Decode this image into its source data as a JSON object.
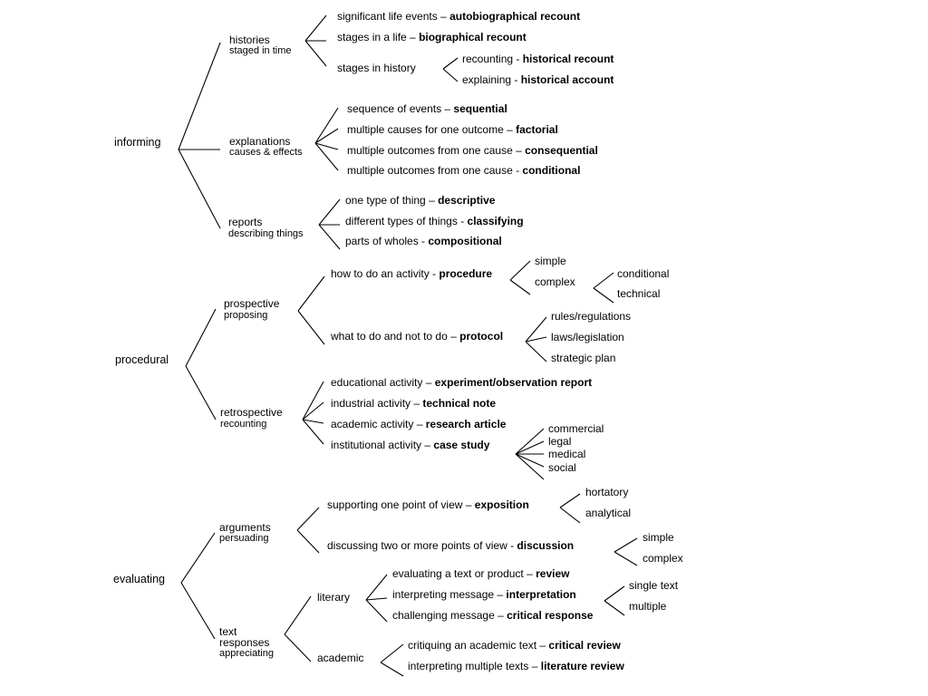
{
  "informing": {
    "label": "informing",
    "histories": {
      "label": "histories",
      "sub": "staged in time",
      "significant": {
        "text": "significant life events – ",
        "genre": "autobiographical recount"
      },
      "stages_life": {
        "text": "stages in a life – ",
        "genre": "biographical recount"
      },
      "stages_history": {
        "label": "stages in history",
        "recounting": {
          "text": "recounting - ",
          "genre": "historical recount"
        },
        "explaining": {
          "text": "explaining - ",
          "genre": "historical account"
        }
      }
    },
    "explanations": {
      "label": "explanations",
      "sub": "causes & effects",
      "sequential": {
        "text": "sequence of events – ",
        "genre": "sequential"
      },
      "factorial": {
        "text": "multiple causes for one outcome – ",
        "genre": "factorial"
      },
      "consequential": {
        "text": "multiple outcomes from one cause – ",
        "genre": "consequential"
      },
      "conditional": {
        "text": "multiple outcomes from one cause - ",
        "genre": "conditional"
      }
    },
    "reports": {
      "label": "reports",
      "sub": "describing things",
      "descriptive": {
        "text": "one type of thing – ",
        "genre": "descriptive"
      },
      "classifying": {
        "text": "different types of things - ",
        "genre": "classifying"
      },
      "compositional": {
        "text": "parts of wholes - ",
        "genre": "compositional"
      }
    }
  },
  "procedural": {
    "label": "procedural",
    "prospective": {
      "label": "prospective",
      "sub": "proposing",
      "procedure": {
        "text": "how to do an activity - ",
        "genre": "procedure",
        "simple": "simple",
        "complex": "complex",
        "conditional": "conditional",
        "technical": "technical"
      },
      "protocol": {
        "text": "what to do and not to do – ",
        "genre": "protocol",
        "rules": "rules/regulations",
        "laws": "laws/legislation",
        "strategic": "strategic plan"
      }
    },
    "retrospective": {
      "label": "retrospective",
      "sub": "recounting",
      "experiment": {
        "text": "educational activity – ",
        "genre": "experiment/observation report"
      },
      "technical_note": {
        "text": "industrial activity – ",
        "genre": "technical note"
      },
      "research": {
        "text": "academic activity – ",
        "genre": "research article"
      },
      "case_study": {
        "text": "institutional activity – ",
        "genre": "case study",
        "commercial": "commercial",
        "legal": "legal",
        "medical": "medical",
        "social": "social"
      }
    }
  },
  "evaluating": {
    "label": "evaluating",
    "arguments": {
      "label": "arguments",
      "sub": "persuading",
      "exposition": {
        "text": "supporting one point of view – ",
        "genre": "exposition",
        "hortatory": "hortatory",
        "analytical": "analytical"
      },
      "discussion": {
        "text": "discussing two or more points of view - ",
        "genre": "discussion",
        "simple": "simple",
        "complex": "complex"
      }
    },
    "text_responses": {
      "label1": "text",
      "label2": "responses",
      "sub": "appreciating",
      "literary": {
        "label": "literary",
        "review": {
          "text": "evaluating a text or product – ",
          "genre": "review"
        },
        "interpretation": {
          "text": "interpreting message – ",
          "genre": "interpretation"
        },
        "critical_response": {
          "text": "challenging message – ",
          "genre": "critical response"
        },
        "single": "single text",
        "multiple": "multiple"
      },
      "academic": {
        "label": "academic",
        "critical_review": {
          "text": "critiquing an academic text – ",
          "genre": "critical review"
        },
        "literature_review": {
          "text": "interpreting multiple texts – ",
          "genre": "literature review"
        }
      }
    }
  }
}
